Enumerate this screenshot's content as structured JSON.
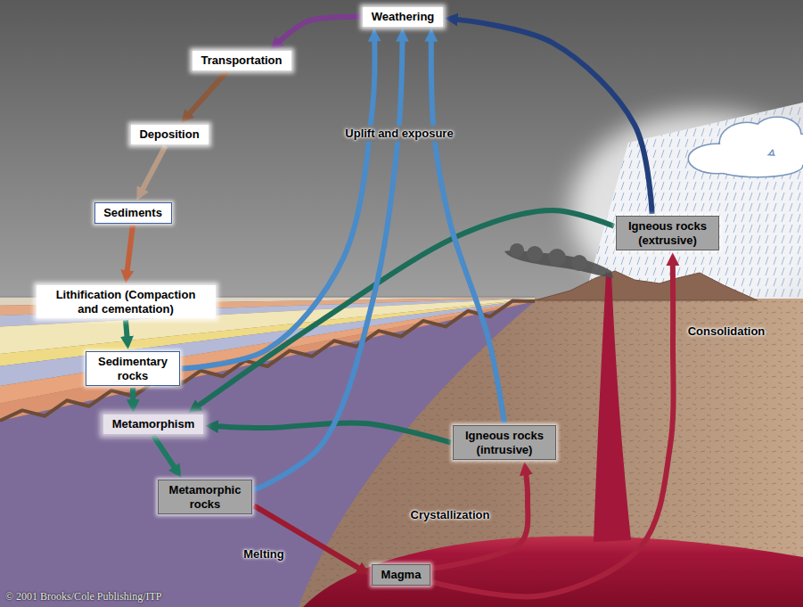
{
  "diagram": {
    "nodes": [
      {
        "text": [
          "Weathering"
        ]
      },
      {
        "text": [
          "Transportation"
        ]
      },
      {
        "text": [
          "Deposition"
        ]
      },
      {
        "text": [
          "Sediments"
        ]
      },
      {
        "text": [
          "Lithification (Compaction and cementation)"
        ]
      },
      {
        "text": [
          "Sedimentary rocks"
        ]
      },
      {
        "text": [
          "Metamorphism"
        ]
      },
      {
        "text": [
          "Metamorphic rocks"
        ]
      },
      {
        "text": [
          "Magma"
        ]
      },
      {
        "text": [
          "Igneous rocks (intrusive)"
        ]
      },
      {
        "text": [
          "Igneous rocks (extrusive)"
        ]
      }
    ],
    "edges": [
      {
        "from": 0,
        "to": 1,
        "arrow": "to"
      },
      {
        "from": 1,
        "to": 2,
        "arrow": "to"
      },
      {
        "from": 2,
        "to": 3,
        "arrow": "to"
      },
      {
        "from": 3,
        "to": 4,
        "arrow": "to"
      },
      {
        "from": 4,
        "to": 5,
        "arrow": "to"
      },
      {
        "from": 5,
        "to": 6,
        "arrow": "to"
      },
      {
        "from": 6,
        "to": 7,
        "arrow": "to"
      },
      {
        "from": 7,
        "to": 8,
        "label": "Melting",
        "arrow": "to"
      },
      {
        "from": 8,
        "to": 9,
        "label": "Crystallization",
        "arrow": "to"
      },
      {
        "from": 8,
        "to": 10,
        "label": "Consolidation",
        "arrow": "to"
      },
      {
        "from": 10,
        "to": 0,
        "arrow": "to"
      },
      {
        "from": 10,
        "to": 6,
        "arrow": "to"
      },
      {
        "from": 9,
        "to": 6,
        "arrow": "to"
      },
      {
        "from": 5,
        "to": 0,
        "arrow": "to"
      },
      {
        "from": 7,
        "to": 0,
        "label": "Uplift and exposure",
        "arrow": "to"
      },
      {
        "from": 9,
        "to": 0,
        "arrow": "to"
      }
    ],
    "labels": [
      "© 2001 Brooks/Cole Publishing/ITP"
    ]
  }
}
